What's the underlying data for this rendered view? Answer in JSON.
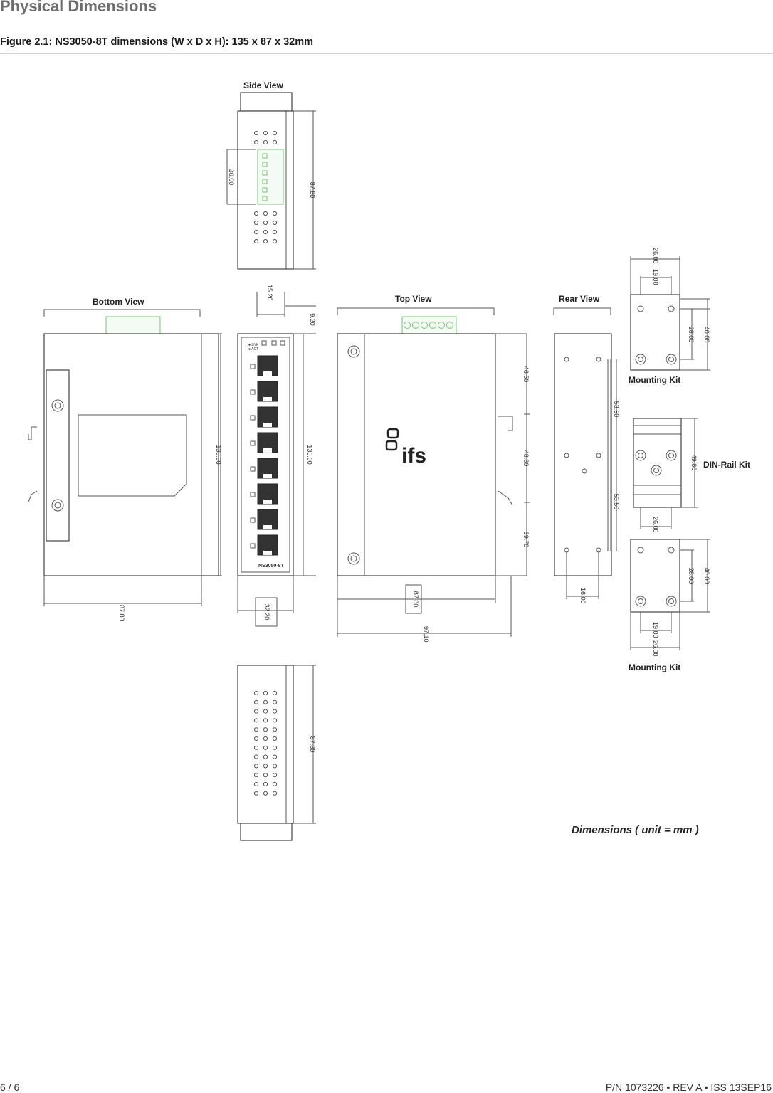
{
  "page": {
    "heading": "Physical Dimensions",
    "figure_caption": "Figure 2.1: NS3050-8T dimensions (W x D x H): 135 x 87 x 32mm",
    "footer_page": "6 / 6",
    "footer_part": "P/N 1073226 • REV A • ISS 13SEP16"
  },
  "drawing": {
    "views": {
      "side": "Side View",
      "bottom": "Bottom View",
      "top": "Top View",
      "rear": "Rear View",
      "mounting_kit": "Mounting Kit",
      "din_rail_kit": "DIN-Rail Kit"
    },
    "unit_note": "Dimensions ( unit = mm )",
    "logo_text": "ifs",
    "model_label": "NS3050-8T",
    "dims": {
      "d_87_80": "87.80",
      "d_30_00": "30.00",
      "d_135_00": "135.00",
      "d_15_20": "15.20",
      "d_9_20": "9.20",
      "d_32_20": "32.20",
      "d_46_50": "46.50",
      "d_48_80": "48.80",
      "d_39_70": "39.70",
      "d_97_10": "97.10",
      "d_53_50": "53.50",
      "d_16_00": "16.00",
      "d_26_00": "26.00",
      "d_19_00": "19.00",
      "d_28_00": "28.00",
      "d_40_00": "40.00",
      "d_49_80": "49.80"
    }
  }
}
